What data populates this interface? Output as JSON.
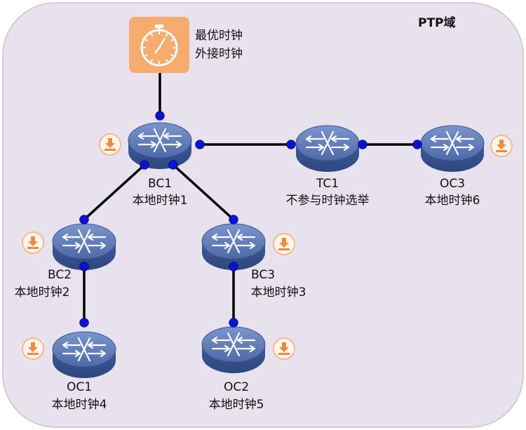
{
  "domain_label": "PTP域",
  "colors": {
    "domain_bg": "#e8e2ee",
    "domain_border": "#c9bfd6",
    "link": "#000000",
    "port": "#0b12d8",
    "clock_box": "#f6ab6f",
    "device_top": "#5c79b5",
    "device_side": "#3c548f",
    "badge_ring": "#f6b88a",
    "badge_arrow": "#f08a3a"
  },
  "grandmaster": {
    "icon": "stopwatch-icon",
    "line1": "最优时钟",
    "line2": "外接时钟"
  },
  "devices": [
    {
      "id": "bc1",
      "name": "BC1",
      "desc": "本地时钟1",
      "icon": "switch-icon"
    },
    {
      "id": "tc1",
      "name": "TC1",
      "desc": "不参与时钟选举",
      "icon": "switch-icon"
    },
    {
      "id": "oc3",
      "name": "OC3",
      "desc": "本地时钟6",
      "icon": "switch-icon"
    },
    {
      "id": "bc2",
      "name": "BC2",
      "desc": "本地时钟2",
      "icon": "switch-icon"
    },
    {
      "id": "bc3",
      "name": "BC3",
      "desc": "本地时钟3",
      "icon": "switch-icon"
    },
    {
      "id": "oc1",
      "name": "OC1",
      "desc": "本地时钟4",
      "icon": "switch-icon"
    },
    {
      "id": "oc2",
      "name": "OC2",
      "desc": "本地时钟5",
      "icon": "switch-icon"
    }
  ],
  "links": [
    {
      "from": "gm",
      "to": "bc1"
    },
    {
      "from": "bc1",
      "to": "tc1"
    },
    {
      "from": "tc1",
      "to": "oc3"
    },
    {
      "from": "bc1",
      "to": "bc2"
    },
    {
      "from": "bc1",
      "to": "bc3"
    },
    {
      "from": "bc2",
      "to": "oc1"
    },
    {
      "from": "bc3",
      "to": "oc2"
    }
  ],
  "badge_icon": "download-arrow-icon"
}
